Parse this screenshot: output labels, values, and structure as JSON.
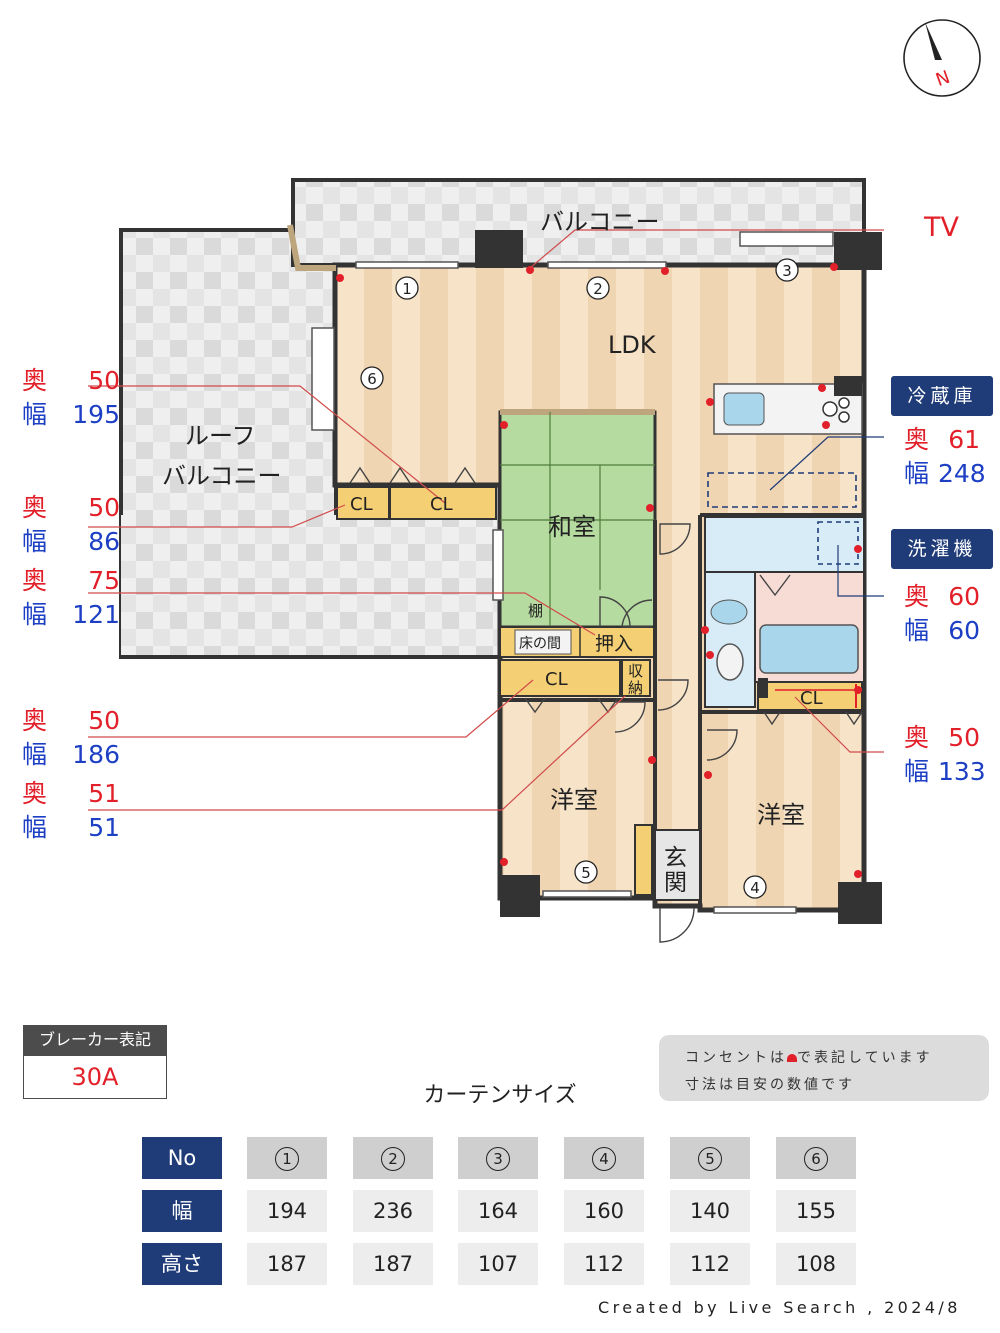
{
  "compass": {
    "north": "N"
  },
  "rooms": {
    "balcony": "バルコニー",
    "roof_balcony_1": "ルーフ",
    "roof_balcony_2": "バルコニー",
    "ldk": "LDK",
    "washitsu": "和室",
    "yoshitsu_left": "洋室",
    "yoshitsu_right": "洋室",
    "genkan_1": "玄",
    "genkan_2": "関",
    "toko": "床の間",
    "tana": "棚",
    "oshiire": "押入",
    "shuno_1": "収",
    "shuno_2": "納",
    "cl": "CL"
  },
  "windows": [
    "1",
    "2",
    "3",
    "4",
    "5",
    "6"
  ],
  "tv_label": "TV",
  "appliances": {
    "fridge": "冷蔵庫",
    "washer": "洗濯機"
  },
  "dimensions": {
    "depth_label": "奥",
    "width_label": "幅",
    "left": [
      {
        "depth": "50",
        "width": "195"
      },
      {
        "depth": "50",
        "width": "86"
      },
      {
        "depth": "75",
        "width": "121"
      },
      {
        "depth": "50",
        "width": "186"
      },
      {
        "depth": "51",
        "width": "51"
      }
    ],
    "fridge": {
      "depth": "61",
      "width": "248"
    },
    "washer": {
      "depth": "60",
      "width": "60"
    },
    "closet_right": {
      "depth": "50",
      "width": "133"
    }
  },
  "breaker": {
    "label": "ブレーカー表記",
    "value": "30A"
  },
  "notes": {
    "line1_pre": "コンセントは",
    "line1_post": "で表記しています",
    "line2": "寸法は目安の数値です"
  },
  "curtain": {
    "title": "カーテンサイズ",
    "row_labels": {
      "no": "No",
      "width": "幅",
      "height": "高さ"
    },
    "items": [
      {
        "no": "1",
        "width": "194",
        "height": "187"
      },
      {
        "no": "2",
        "width": "236",
        "height": "187"
      },
      {
        "no": "3",
        "width": "164",
        "height": "107"
      },
      {
        "no": "4",
        "width": "160",
        "height": "112"
      },
      {
        "no": "5",
        "width": "140",
        "height": "112"
      },
      {
        "no": "6",
        "width": "155",
        "height": "108"
      }
    ]
  },
  "credit": "Created by Live Search , 2024/8"
}
